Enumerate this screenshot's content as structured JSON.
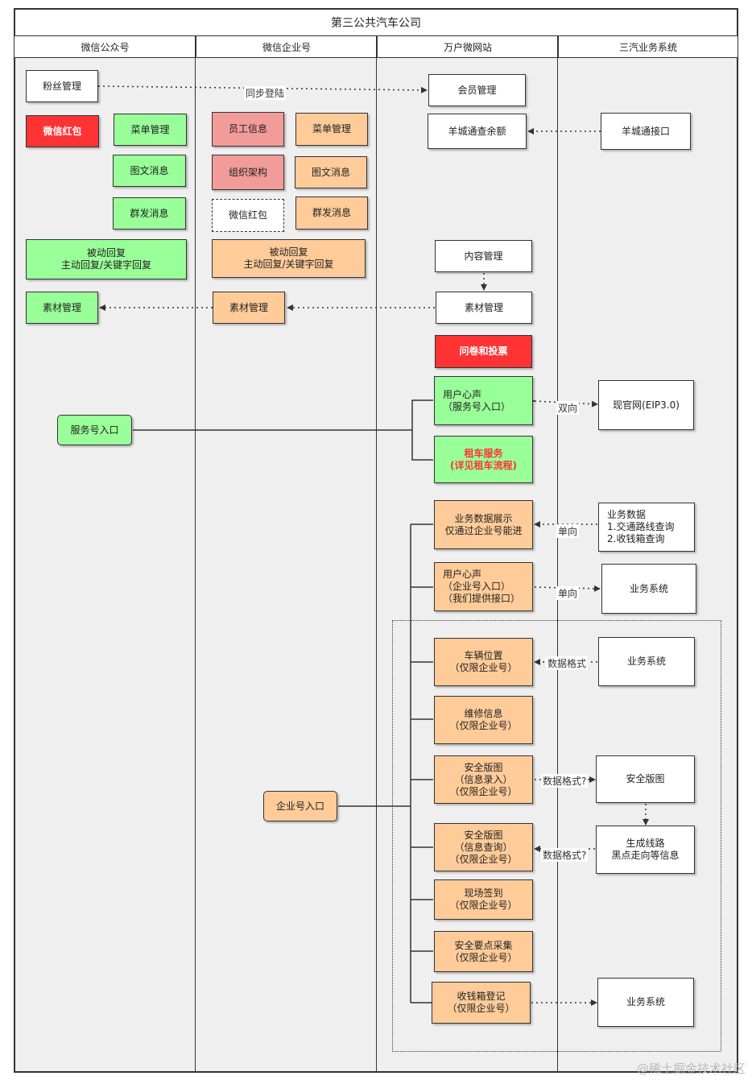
{
  "title": "第三公共汽车公司",
  "lanes": [
    "微信公众号",
    "微信企业号",
    "万户微网站",
    "三汽业务系统"
  ],
  "nodes": {
    "fans": "粉丝管理",
    "wx_redpacket": "微信红包",
    "pub_menu": "菜单管理",
    "pub_article": "图文消息",
    "pub_mass": "群发消息",
    "pub_reply": "被动回复\n主动回复/关键字回复",
    "pub_material": "素材管理",
    "service_entry": "服务号入口",
    "emp_info": "员工信息",
    "ent_menu": "菜单管理",
    "org": "组织架构",
    "ent_article": "图文消息",
    "ent_redpacket": "微信红包",
    "ent_mass": "群发消息",
    "ent_reply": "被动回复\n主动回复/关键字回复",
    "ent_material": "素材管理",
    "ent_entry": "企业号入口",
    "member": "会员管理",
    "balance": "羊城通查余额",
    "content": "内容管理",
    "web_material": "素材管理",
    "survey": "问卷和投票",
    "voice_service": "用户心声\n（服务号入口）",
    "rental": "租车服务\n(详见租车流程)",
    "biz_display": "业务数据展示\n仅通过企业号能进",
    "voice_ent": "用户心声\n（企业号入口）\n（我们提供接口）",
    "vehicle": "车辆位置\n（仅限企业号）",
    "repair": "维修信息\n（仅限企业号）",
    "safety_input": "安全版图\n（信息录入）\n（仅限企业号）",
    "safety_query": "安全版图\n（信息查询）\n（仅限企业号）",
    "checkin": "现场签到\n（仅限企业号）",
    "keypoints": "安全要点采集\n（仅限企业号）",
    "cashbox": "收钱箱登记\n（仅限企业号）",
    "ycht_api": "羊城通接口",
    "eip": "现官网(EIP3.0)",
    "biz_data": "业务数据\n1.交通路线查询\n2.收钱箱查询",
    "biz_sys_1": "业务系统",
    "biz_sys_2": "业务系统",
    "safety_map": "安全版图",
    "route_gen": "生成线路\n黑点走向等信息",
    "biz_sys_3": "业务系统"
  },
  "edge_labels": {
    "sync_login": "同步登陆",
    "two_way": "双向",
    "one_way_1": "单向",
    "one_way_2": "单向",
    "data_format": "数据格式",
    "data_format_q1": "数据格式?",
    "data_format_q2": "数据格式?"
  },
  "watermark": "@稀土掘金技术社区"
}
